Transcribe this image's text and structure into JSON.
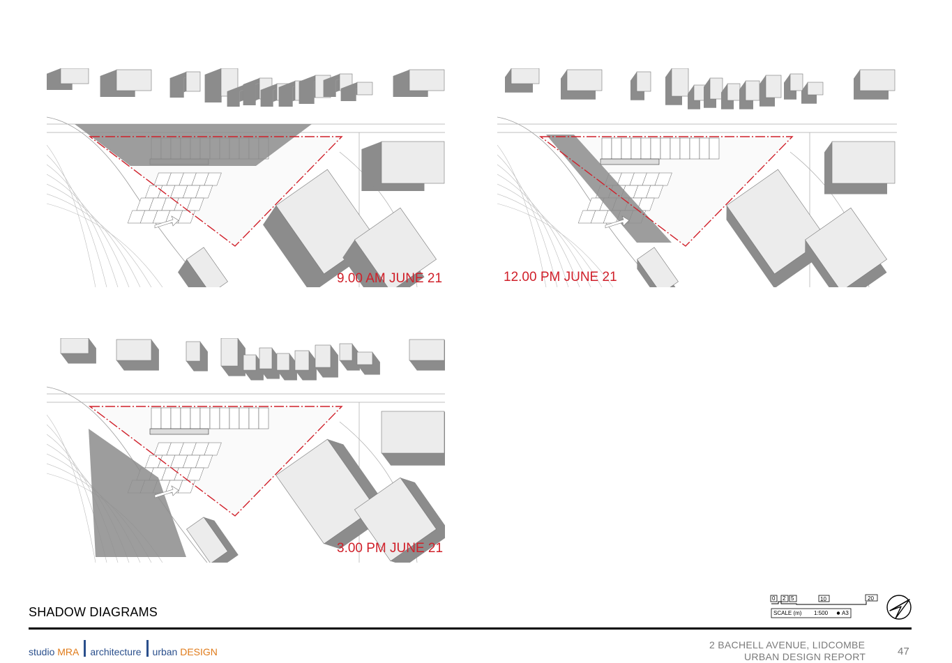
{
  "panels": [
    {
      "id": "p1",
      "label": "9.00 AM JUNE 21"
    },
    {
      "id": "p2",
      "label": "12.00 PM JUNE 21"
    },
    {
      "id": "p3",
      "label": "3.00 PM JUNE 21"
    }
  ],
  "section_title": "SHADOW DIAGRAMS",
  "brand": {
    "studio": "studio",
    "mra": "MRA",
    "architecture": "architecture",
    "urban": "urban",
    "design": "DESIGN"
  },
  "address": {
    "line1": "2 BACHELL AVENUE, LIDCOMBE",
    "line2": "URBAN DESIGN REPORT"
  },
  "page_number": "47",
  "scale": {
    "ticks": [
      "0",
      "2",
      "5",
      "10",
      "20"
    ],
    "label": "SCALE  (m)",
    "ratio": "1:500",
    "sheet": "A3"
  },
  "colors": {
    "shadow": "#8c8c8c",
    "building": "#ececec",
    "site_boundary": "#d0202a",
    "brand_blue": "#2a4f8c",
    "brand_orange": "#e07b1a"
  }
}
